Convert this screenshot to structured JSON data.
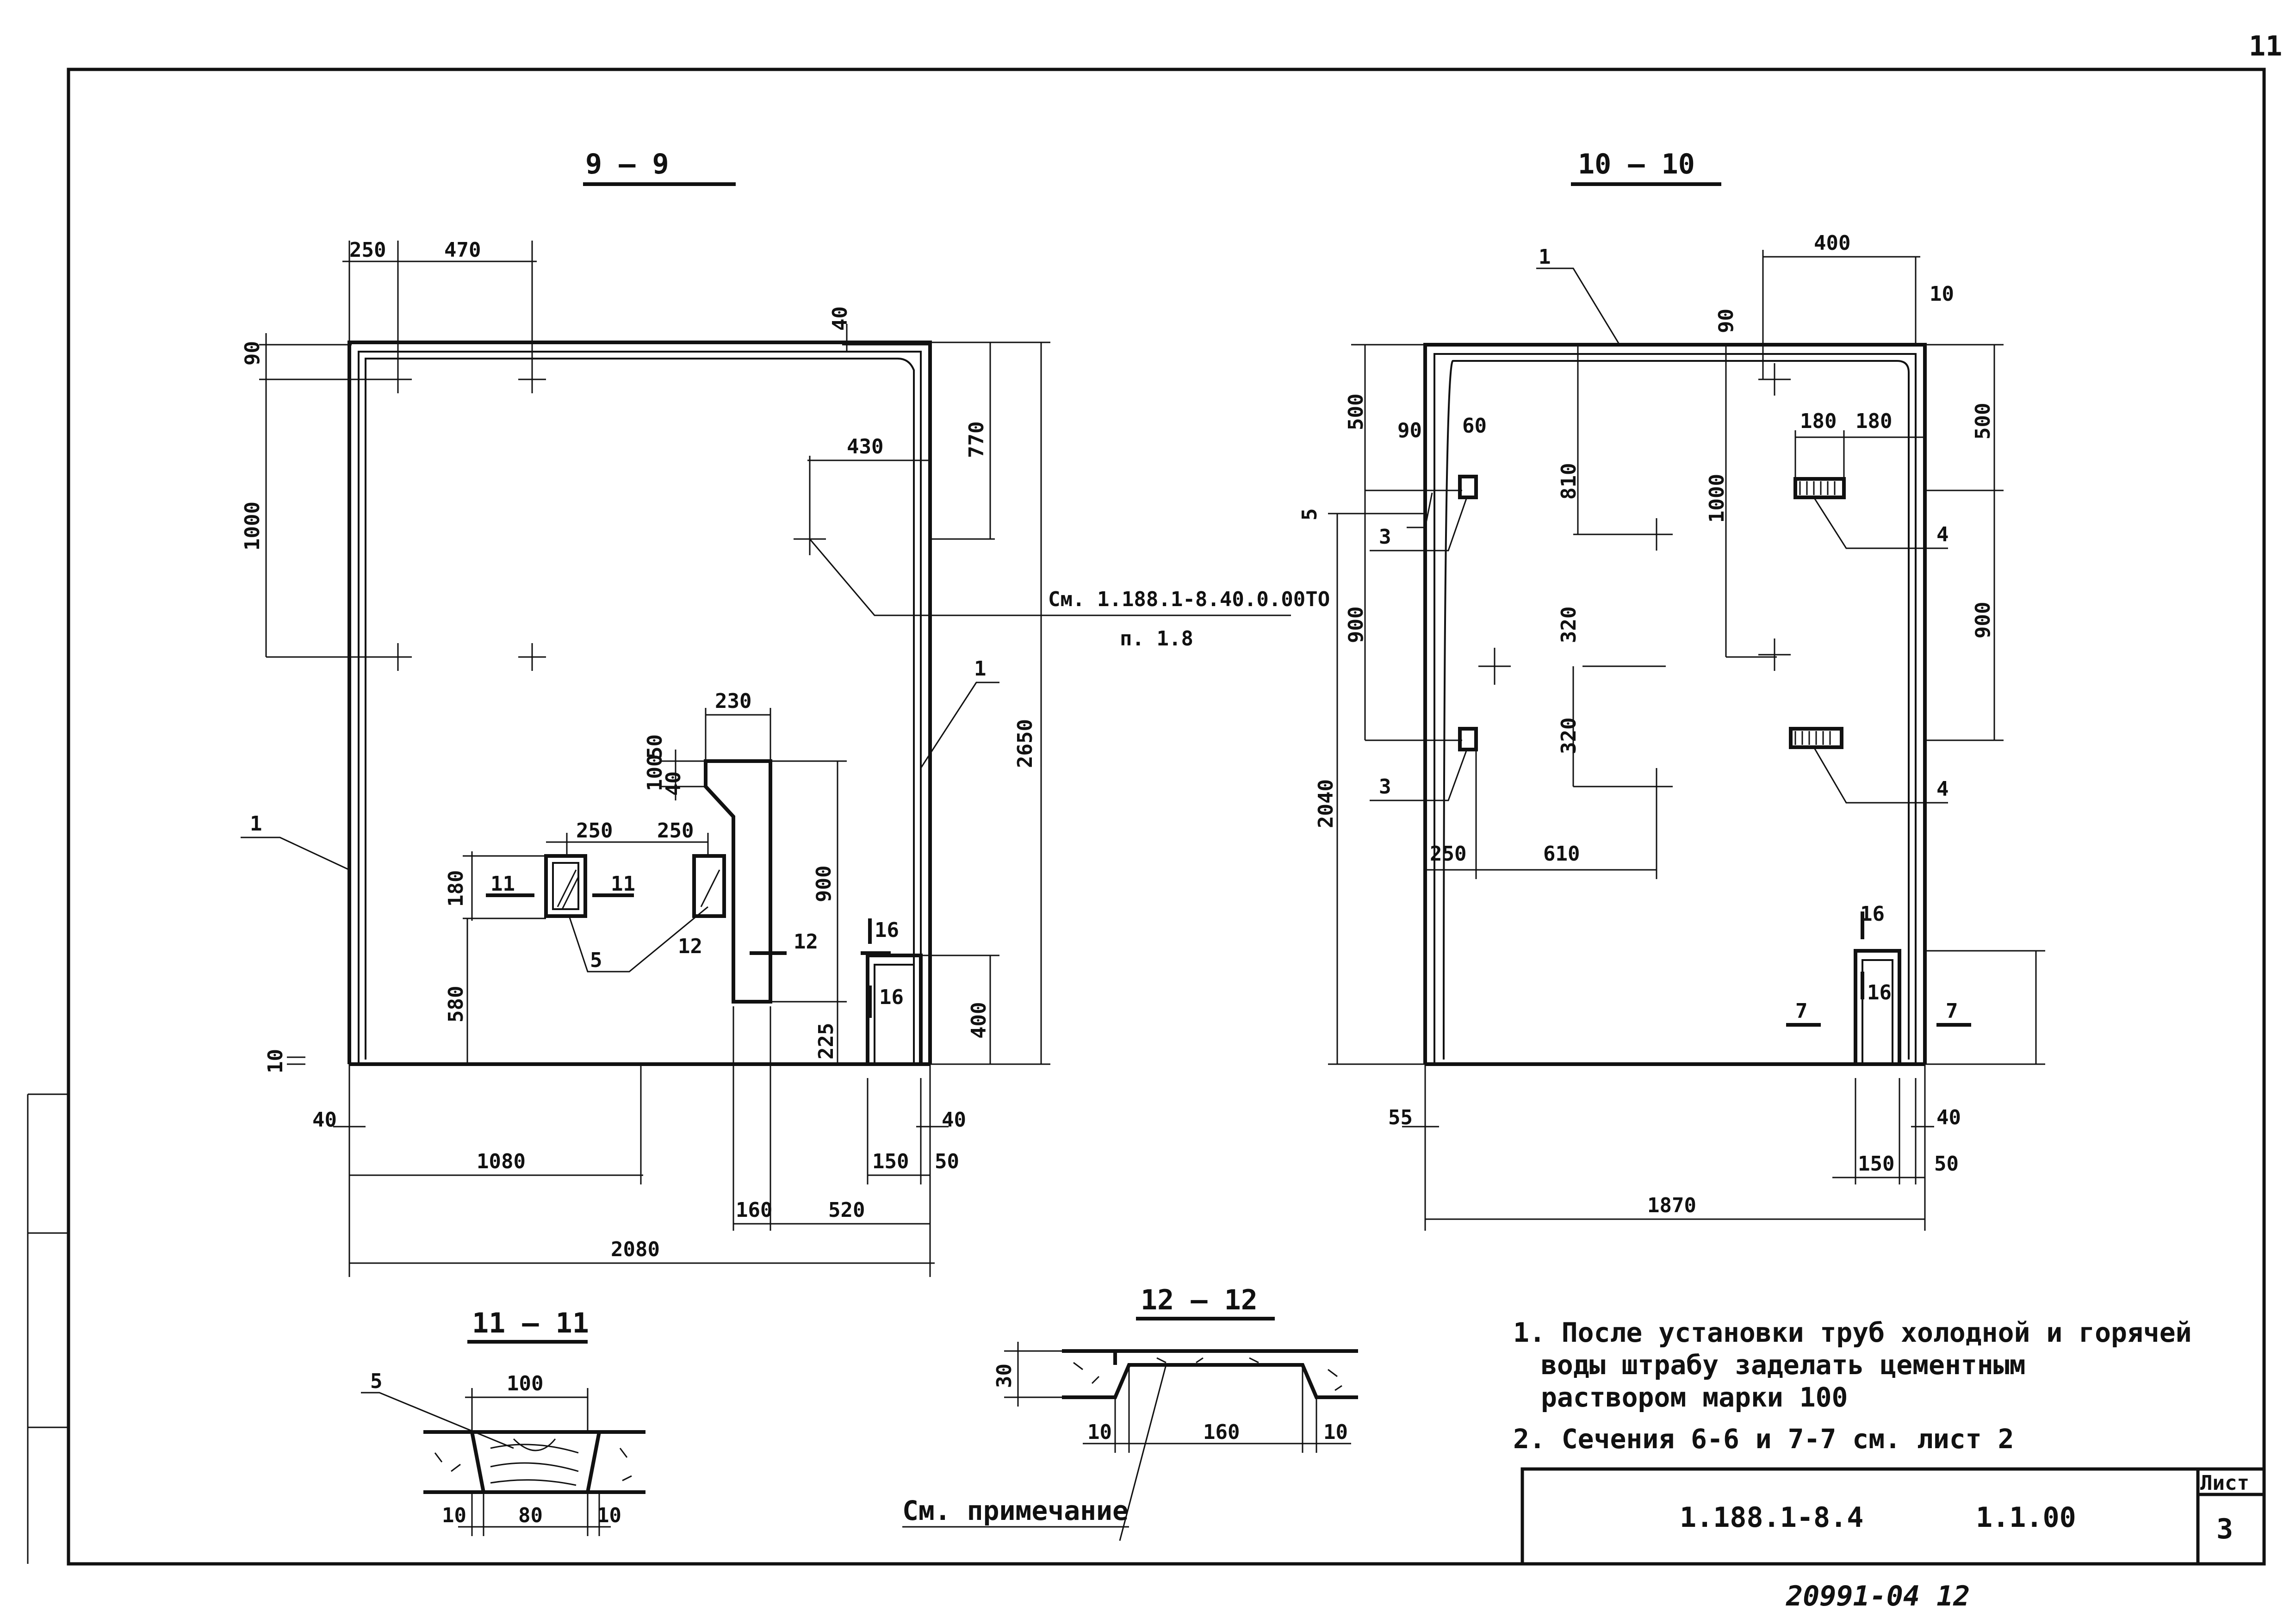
{
  "page_number": "11",
  "sheet_label": "Лист",
  "sheet_number": "3",
  "doc_code": "1.188.1-8.4",
  "doc_sub_code": "1.1.00",
  "archive_number": "20991-04 12",
  "section_9": {
    "title": "9 — 9",
    "dims": {
      "d250_top": "250",
      "d470": "470",
      "d40_top": "40",
      "d90_left": "90",
      "d1000_left": "1000",
      "d770": "770",
      "d430": "430",
      "d2650": "2650",
      "d230": "230",
      "d100": "100",
      "d50": "50",
      "d40_mid": "40",
      "d250_a": "250",
      "d250_b": "250",
      "d180": "180",
      "d900": "900",
      "d580": "580",
      "d225": "225",
      "d400": "400",
      "d10": "10",
      "d40_bl": "40",
      "d1080": "1080",
      "d150": "150",
      "d40_br": "40",
      "d50_br": "50",
      "d160": "160",
      "d520": "520",
      "d2080": "2080"
    },
    "reference_line1": "См. 1.188.1-8.40.0.00ТО",
    "reference_line2": "п. 1.8",
    "callout_1_left": "1",
    "callout_1_right": "1",
    "callout_5": "5",
    "cut_11_left": "11",
    "cut_11_right": "11",
    "cut_12_left": "12",
    "cut_12_right": "12",
    "mark_16_top": "16",
    "mark_16_box": "16"
  },
  "section_10": {
    "title": "10 — 10",
    "dims": {
      "d400": "400",
      "d10": "10",
      "d90": "90",
      "d500_left": "500",
      "d90_small": "90",
      "d60": "60",
      "d5": "5",
      "d810": "810",
      "d1000": "1000",
      "d180_a": "180",
      "d180_b": "180",
      "d500_right": "500",
      "d900_left": "900",
      "d320_a": "320",
      "d320_b": "320",
      "d900_right": "900",
      "d2040": "2040",
      "d250": "250",
      "d610": "610",
      "d55": "55",
      "d40": "40",
      "d150": "150",
      "d50": "50",
      "d1870": "1870"
    },
    "callout_1": "1",
    "callout_3_top": "3",
    "callout_3_bottom": "3",
    "callout_4_top": "4",
    "callout_4_bottom": "4",
    "cut_7_left": "7",
    "cut_7_right": "7",
    "mark_16_top": "16",
    "mark_16_box": "16"
  },
  "section_11": {
    "title": "11 — 11",
    "callout_5": "5",
    "d100": "100",
    "d10_left": "10",
    "d80": "80",
    "d10_right": "10"
  },
  "section_12": {
    "title": "12 — 12",
    "d30": "30",
    "d10_left": "10",
    "d160": "160",
    "d10_right": "10",
    "note_ref": "См. примечание"
  },
  "notes": {
    "n1_line1": "1. После установки труб холодной и горячей",
    "n1_line2": "воды штрабу заделать цементным",
    "n1_line3": "раствором марки 100",
    "n2": "2. Сечения 6-6 и 7-7 см. лист 2"
  }
}
